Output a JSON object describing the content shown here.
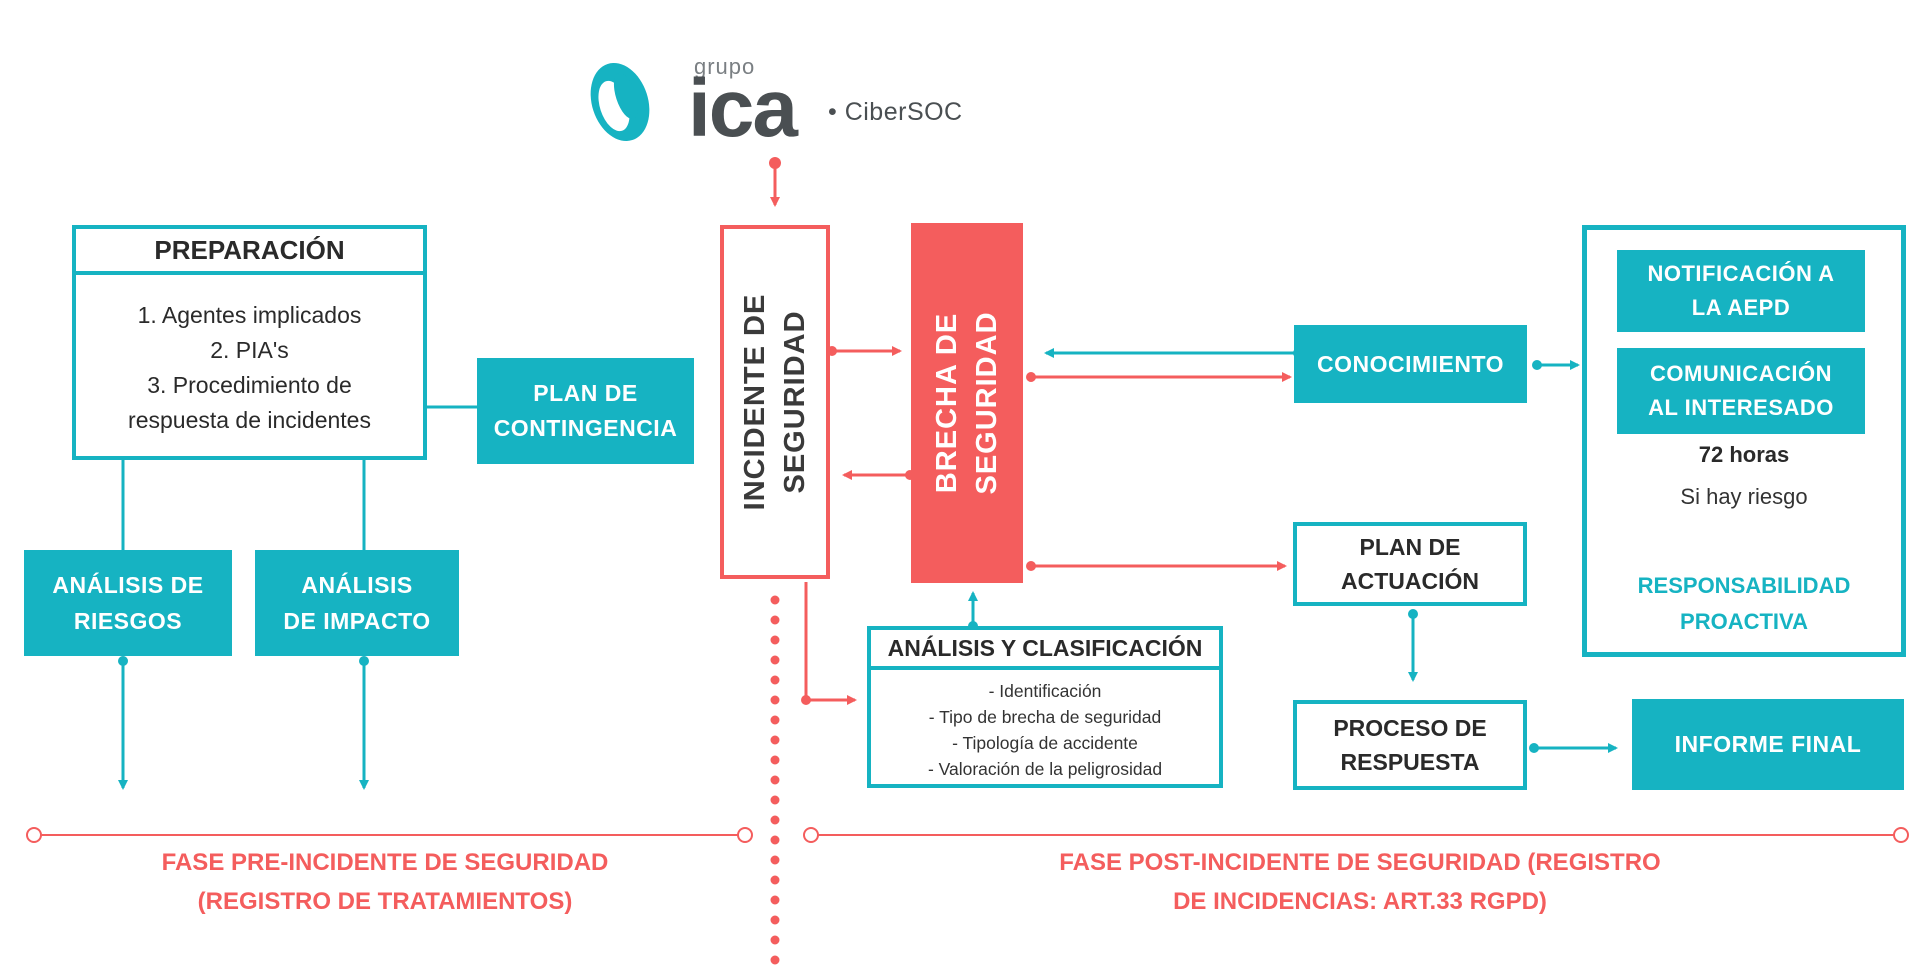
{
  "logo": {
    "small_text": "grupo",
    "brand": "ica",
    "suffix": "• CiberSOC"
  },
  "preparacion": {
    "title": "PREPARACIÓN",
    "items": [
      "1. Agentes implicados",
      "2. PIA's",
      "3. Procedimiento de",
      "respuesta de incidentes"
    ]
  },
  "plan_contingencia": [
    "PLAN DE",
    "CONTINGENCIA"
  ],
  "analisis_riesgos": [
    "ANÁLISIS DE",
    "RIESGOS"
  ],
  "analisis_impacto": [
    "ANÁLISIS",
    "DE IMPACTO"
  ],
  "incidente": [
    "INCIDENTE DE",
    "SEGURIDAD"
  ],
  "brecha": [
    "BRECHA DE",
    "SEGURIDAD"
  ],
  "analisis_clasificacion": {
    "title": "ANÁLISIS Y CLASIFICACIÓN",
    "items": [
      "- Identificación",
      "- Tipo de brecha de seguridad",
      "- Tipología de accidente",
      "- Valoración de la peligrosidad"
    ]
  },
  "conocimiento": "CONOCIMIENTO",
  "plan_actuacion": [
    "PLAN DE",
    "ACTUACIÓN"
  ],
  "proceso_respuesta": [
    "PROCESO DE",
    "RESPUESTA"
  ],
  "informe_final": "INFORME FINAL",
  "notificaciones": {
    "aepd": [
      "NOTIFICACIÓN A",
      "LA AEPD"
    ],
    "interesado": [
      "COMUNICACIÓN",
      "AL INTERESADO"
    ],
    "horas": "72 horas",
    "riesgo": "Si hay riesgo",
    "responsabilidad": [
      "RESPONSABILIDAD",
      "PROACTIVA"
    ]
  },
  "fases": {
    "pre": [
      "FASE PRE-INCIDENTE DE SEGURIDAD",
      "(REGISTRO DE TRATAMIENTOS)"
    ],
    "post": [
      "FASE POST-INCIDENTE DE SEGURIDAD (REGISTRO",
      "DE INCIDENCIAS: ART.33 RGPD)"
    ]
  },
  "colors": {
    "teal": "#16b3c2",
    "coral": "#f45d5d",
    "dark": "#3a3a3a",
    "logo_gray": "#4a4f52"
  }
}
